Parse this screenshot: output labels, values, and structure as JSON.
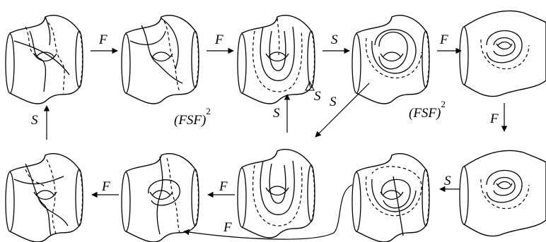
{
  "figure": {
    "labels": {
      "top_1": "F",
      "top_2": "F",
      "top_3": "S",
      "top_4": "F",
      "right_down": "F",
      "bottom_1": "S",
      "bottom_2": "F",
      "bottom_3": "F",
      "bottom_curve": "F",
      "left_up": "S",
      "middle_up": "S",
      "diagonal": "S",
      "delta_s": "S",
      "fsf_left_base": "(FSF)",
      "fsf_left_exp": "2",
      "fsf_right_base": "(FSF)",
      "fsf_right_exp": "2"
    }
  }
}
